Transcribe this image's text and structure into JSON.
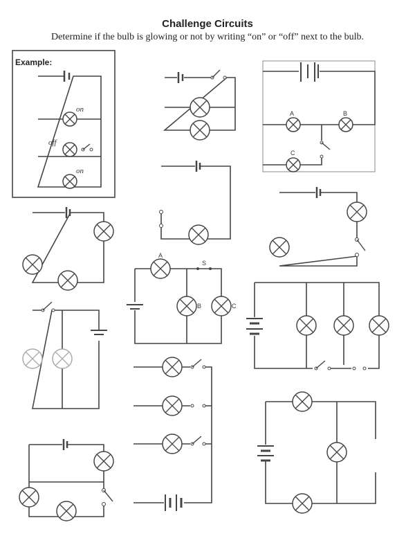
{
  "worksheet": {
    "title": "Challenge Circuits",
    "instructions": "Determine if the bulb is glowing or not by writing “on” or “off” next to the bulb."
  },
  "example": {
    "label": "Example:",
    "answers": [
      "on",
      "off",
      "on"
    ]
  },
  "labels": {
    "circuit3": [
      "A",
      "B",
      "C"
    ],
    "circuit7": [
      "A",
      "S",
      "B",
      "C"
    ]
  }
}
